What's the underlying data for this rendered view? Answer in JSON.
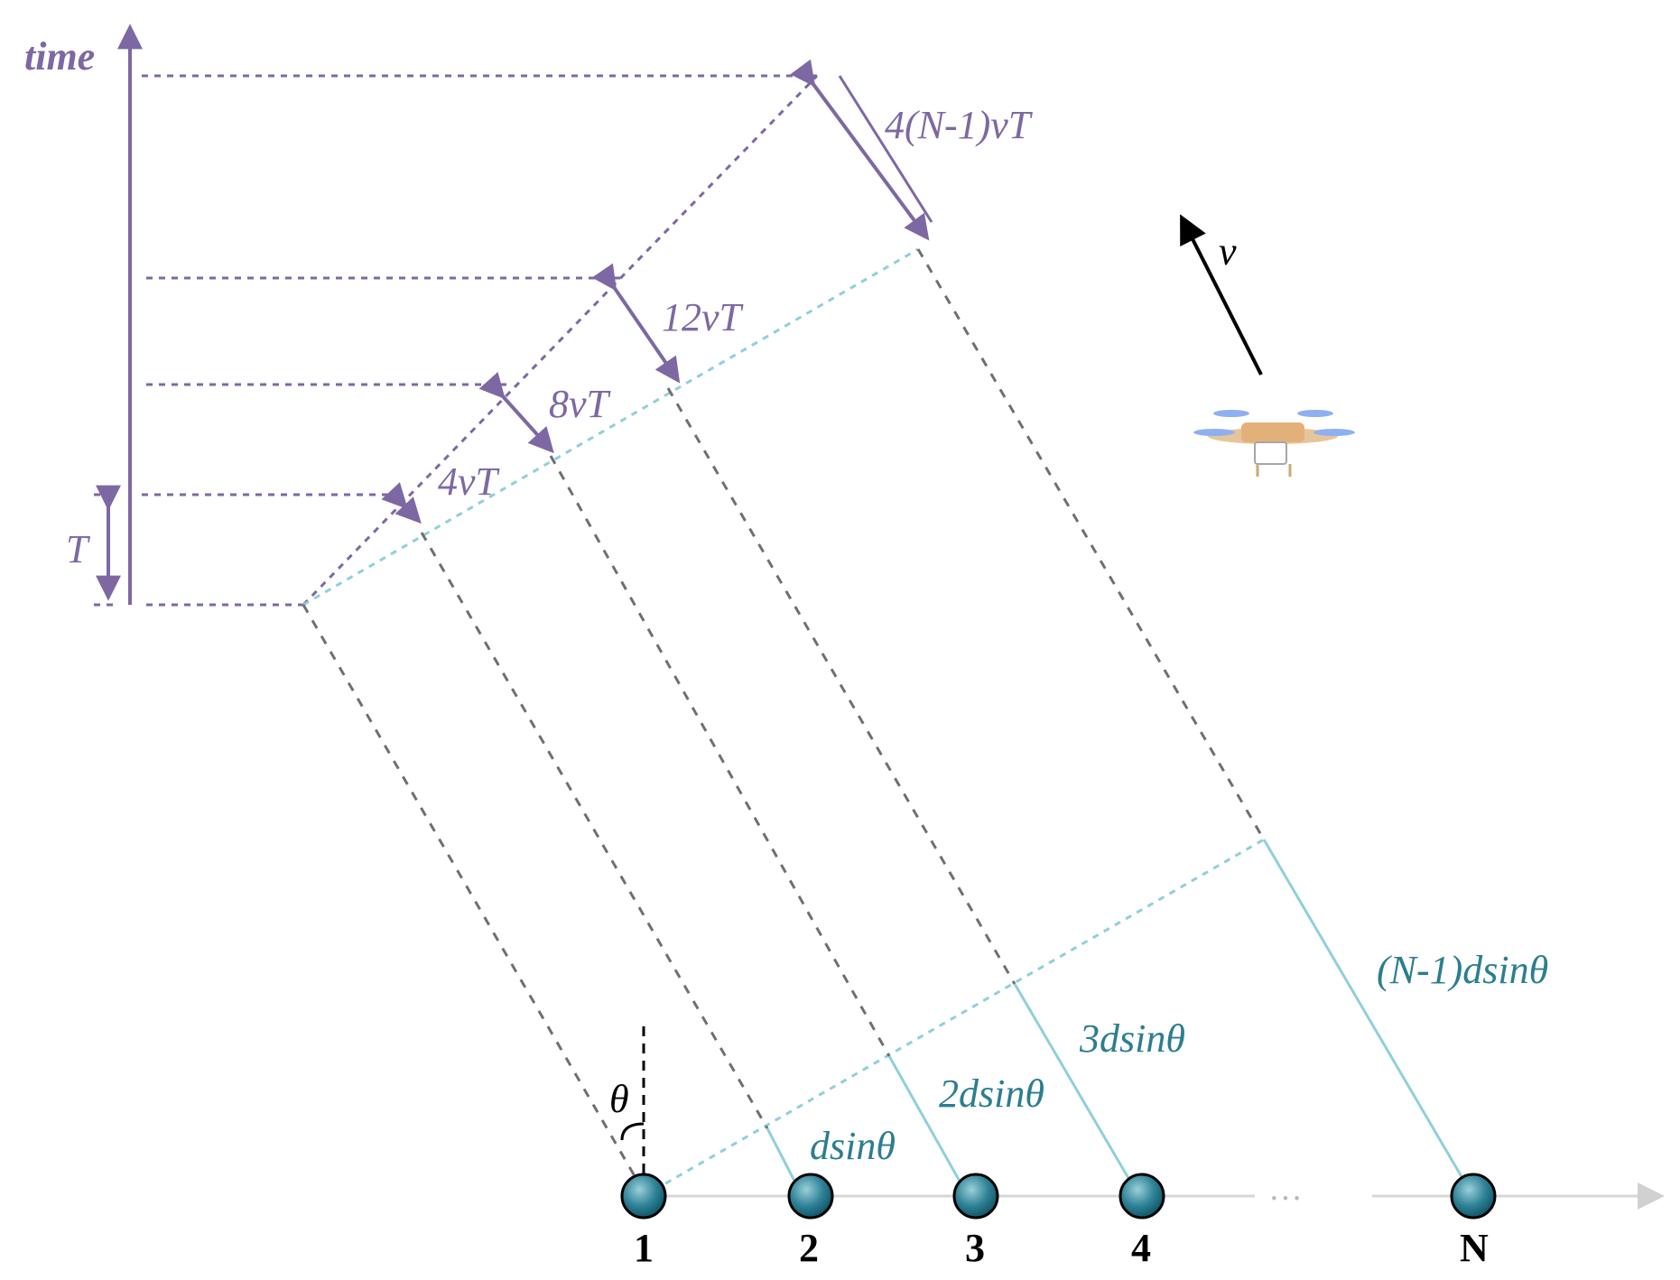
{
  "colors": {
    "purple": "#7d68a3",
    "teal": "#2b7e8f",
    "light_teal": "#8fd0da",
    "gray_dashed": "#6f6f6f",
    "axis_gray": "#c9c9c9",
    "black": "#000000"
  },
  "time_axis": {
    "label": "time",
    "period_label": "T"
  },
  "path_labels": {
    "l1": "4vT",
    "l2": "8vT",
    "l3": "12vT",
    "l4": "4(N-1)vT"
  },
  "distance_labels": {
    "d1": "dsinθ",
    "d2": "2dsinθ",
    "d3": "3dsinθ",
    "d4": "(N-1)dsinθ"
  },
  "angle_label": "θ",
  "velocity": {
    "label": "v",
    "icon": "drone-icon"
  },
  "array": {
    "nodes": [
      "1",
      "2",
      "3",
      "4",
      "N"
    ],
    "ellipsis": "···"
  }
}
